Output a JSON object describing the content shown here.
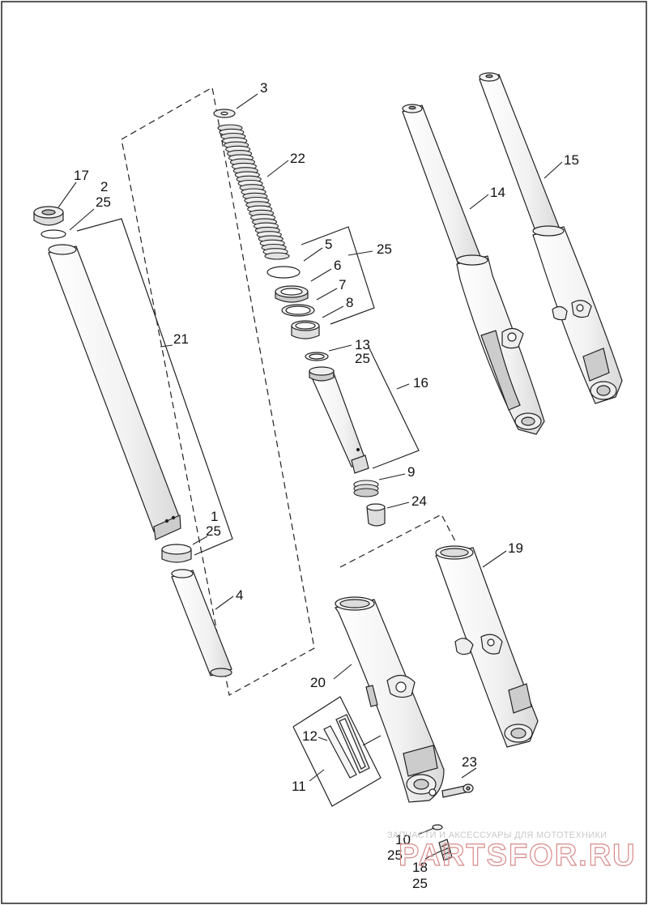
{
  "labels": [
    {
      "id": "3",
      "text": "3"
    },
    {
      "id": "22",
      "text": "22"
    },
    {
      "id": "17",
      "text": "17"
    },
    {
      "id": "2",
      "text": "2"
    },
    {
      "id": "25a",
      "text": "25"
    },
    {
      "id": "5",
      "text": "5"
    },
    {
      "id": "25b",
      "text": "25"
    },
    {
      "id": "6",
      "text": "6"
    },
    {
      "id": "7",
      "text": "7"
    },
    {
      "id": "8",
      "text": "8"
    },
    {
      "id": "21",
      "text": "21"
    },
    {
      "id": "13",
      "text": "13"
    },
    {
      "id": "25c",
      "text": "25"
    },
    {
      "id": "16",
      "text": "16"
    },
    {
      "id": "14",
      "text": "14"
    },
    {
      "id": "15",
      "text": "15"
    },
    {
      "id": "9",
      "text": "9"
    },
    {
      "id": "24",
      "text": "24"
    },
    {
      "id": "1",
      "text": "1"
    },
    {
      "id": "25d",
      "text": "25"
    },
    {
      "id": "19",
      "text": "19"
    },
    {
      "id": "4",
      "text": "4"
    },
    {
      "id": "20",
      "text": "20"
    },
    {
      "id": "12",
      "text": "12"
    },
    {
      "id": "23",
      "text": "23"
    },
    {
      "id": "11",
      "text": "11"
    },
    {
      "id": "10",
      "text": "10"
    },
    {
      "id": "25e",
      "text": "25"
    },
    {
      "id": "18",
      "text": "18"
    },
    {
      "id": "25f",
      "text": "25"
    }
  ],
  "watermark": {
    "caption": "ЗАПЧАСТИ И АКСЕССУАРЫ ДЛЯ МОТОТЕХНИКИ",
    "brand": "PARTSFOR.RU"
  }
}
